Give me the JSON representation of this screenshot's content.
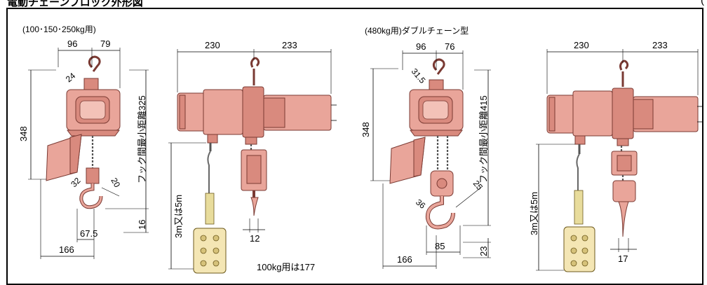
{
  "header": {
    "title": "電動チェーンブロック外形図",
    "corner": "("
  },
  "sections": {
    "left_caption": "(100･150･250kg用)",
    "right_caption": "(480kg用)ダブルチェーン型"
  },
  "dims": {
    "a96": "96",
    "a79": "79",
    "a230": "230",
    "a233": "233",
    "a348": "348",
    "a24": "24",
    "a32": "32",
    "a20": "20",
    "a16": "16",
    "a67_5": "67.5",
    "a166": "166",
    "a12": "12",
    "b96": "96",
    "b76": "76",
    "b230": "230",
    "b233": "233",
    "b348": "348",
    "b31_5": "31.5",
    "b25": "25",
    "b36": "36",
    "b85": "85",
    "b23": "23",
    "b166": "166",
    "b17": "17"
  },
  "labels": {
    "hook_dist_325": "フック間最小距離325",
    "hook_dist_415": "フック間最小距離415",
    "cord_len_a": "3m又は5m",
    "cord_len_b": "3m又は5m"
  },
  "notes": {
    "note_177": "100kg用は177"
  },
  "colors": {
    "body": "#e9a59a",
    "pendant": "#f4e6b4"
  }
}
